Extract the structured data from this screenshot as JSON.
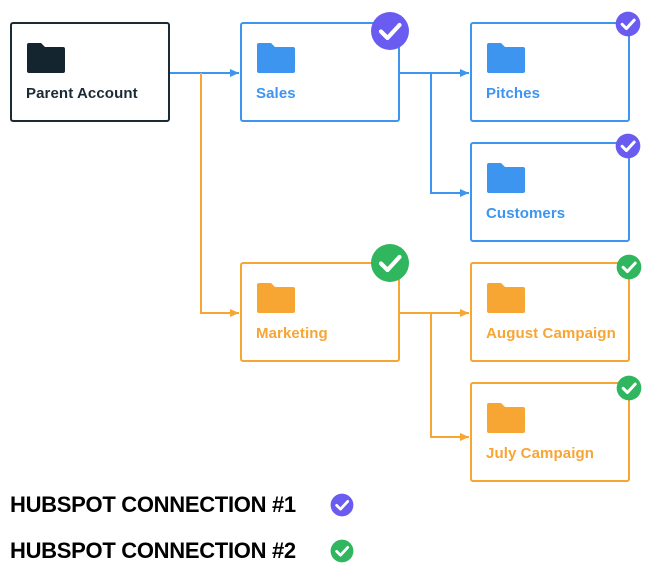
{
  "colors": {
    "dark": "#1b2b36",
    "blue": "#3d95f0",
    "orange": "#f7a533",
    "connection1": "#6a5cf0",
    "connection2": "#2fb65f"
  },
  "nodes": {
    "parent_account": {
      "label": "Parent Account",
      "icon": "folder-icon",
      "color": "dark"
    },
    "sales": {
      "label": "Sales",
      "icon": "folder-icon",
      "color": "blue",
      "connection": 1
    },
    "pitches": {
      "label": "Pitches",
      "icon": "folder-icon",
      "color": "blue",
      "connection": 1
    },
    "customers": {
      "label": "Customers",
      "icon": "folder-icon",
      "color": "blue",
      "connection": 1
    },
    "marketing": {
      "label": "Marketing",
      "icon": "folder-icon",
      "color": "orange",
      "connection": 2
    },
    "august_campaign": {
      "label": "August Campaign",
      "icon": "folder-icon",
      "color": "orange",
      "connection": 2
    },
    "july_campaign": {
      "label": "July Campaign",
      "icon": "folder-icon",
      "color": "orange",
      "connection": 2
    }
  },
  "edges": [
    {
      "from": "parent_account",
      "to": "sales"
    },
    {
      "from": "parent_account",
      "to": "marketing"
    },
    {
      "from": "sales",
      "to": "pitches"
    },
    {
      "from": "sales",
      "to": "customers"
    },
    {
      "from": "marketing",
      "to": "august_campaign"
    },
    {
      "from": "marketing",
      "to": "july_campaign"
    }
  ],
  "legend": [
    {
      "label": "HUBSPOT CONNECTION #1",
      "icon": "check-circle-icon",
      "color": "connection1"
    },
    {
      "label": "HUBSPOT CONNECTION #2",
      "icon": "check-circle-icon",
      "color": "connection2"
    }
  ]
}
